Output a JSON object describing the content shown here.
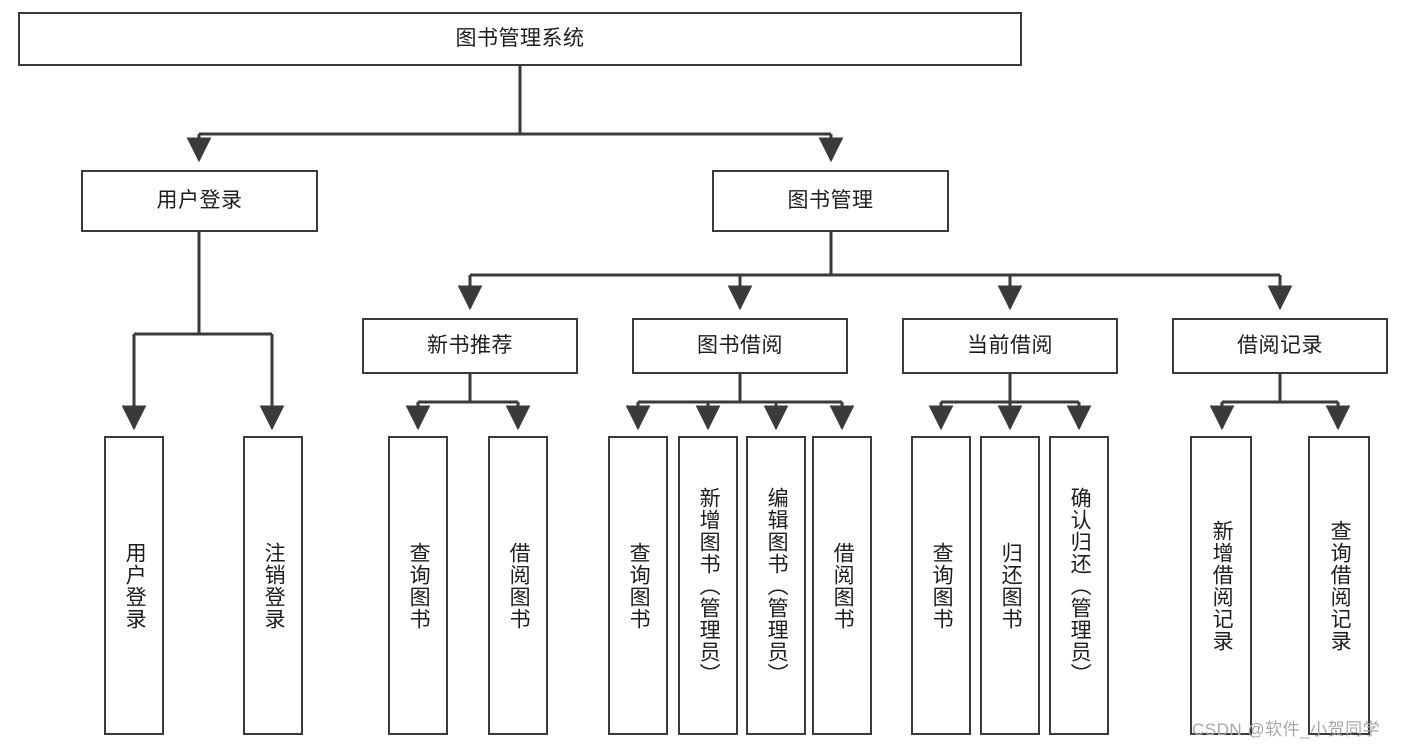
{
  "diagram": {
    "type": "tree",
    "title": "图书管理系统",
    "watermark": "CSDN @软件_小贺同学",
    "colors": {
      "box_border": "#3a3a3a",
      "box_fill": "#ffffff",
      "edge": "#3a3a3a",
      "text": "#1d1d1d",
      "watermark": "#a8a8a8"
    },
    "nodes": {
      "root": {
        "label": "图书管理系统"
      },
      "level1": [
        {
          "id": "user-login",
          "label": "用户登录"
        },
        {
          "id": "book-manage",
          "label": "图书管理"
        }
      ],
      "level2": [
        {
          "id": "new-book-recommend",
          "label": "新书推荐"
        },
        {
          "id": "book-borrow",
          "label": "图书借阅"
        },
        {
          "id": "current-borrow",
          "label": "当前借阅"
        },
        {
          "id": "borrow-record",
          "label": "借阅记录"
        }
      ],
      "leaves": {
        "user-login": [
          {
            "id": "leaf-user-login",
            "label": "用户登录"
          },
          {
            "id": "leaf-user-logout",
            "label": "注销登录"
          }
        ],
        "new-book-recommend": [
          {
            "id": "leaf-query-book-1",
            "label": "查询图书"
          },
          {
            "id": "leaf-borrow-book-1",
            "label": "借阅图书"
          }
        ],
        "book-borrow": [
          {
            "id": "leaf-query-book-2",
            "label": "查询图书"
          },
          {
            "id": "leaf-add-book",
            "label": "新增图书（管理员）"
          },
          {
            "id": "leaf-edit-book",
            "label": "编辑图书（管理员）"
          },
          {
            "id": "leaf-borrow-book-2",
            "label": "借阅图书"
          }
        ],
        "current-borrow": [
          {
            "id": "leaf-query-book-3",
            "label": "查询图书"
          },
          {
            "id": "leaf-return-book",
            "label": "归还图书"
          },
          {
            "id": "leaf-confirm-return",
            "label": "确认归还（管理员）"
          }
        ],
        "borrow-record": [
          {
            "id": "leaf-add-record",
            "label": "新增借阅记录"
          },
          {
            "id": "leaf-query-record",
            "label": "查询借阅记录"
          }
        ]
      }
    }
  }
}
